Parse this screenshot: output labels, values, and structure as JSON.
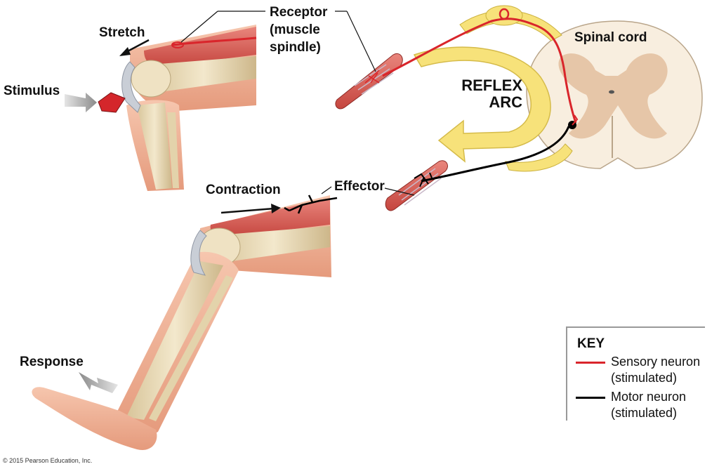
{
  "labels": {
    "stretch": "Stretch",
    "stimulus": "Stimulus",
    "receptor": "Receptor",
    "receptor_sub1": "(muscle",
    "receptor_sub2": "spindle)",
    "spinal_cord": "Spinal cord",
    "reflex": "REFLEX",
    "arc": "ARC",
    "contraction": "Contraction",
    "effector": "Effector",
    "response": "Response"
  },
  "key": {
    "title": "KEY",
    "items": [
      {
        "line1": "Sensory neuron",
        "line2": "(stimulated)",
        "color": "#d9252b"
      },
      {
        "line1": "Motor neuron",
        "line2": "(stimulated)",
        "color": "#000000"
      }
    ]
  },
  "colors": {
    "sensory": "#d9252b",
    "motor": "#000000",
    "arc_arrow": "#f7e27a",
    "muscle": "#d9605a",
    "skin": "#f2b49a",
    "bone": "#e8d9b5",
    "gray_matter": "#e6c6a8",
    "white_matter": "#f8eedf"
  },
  "copyright": "© 2015 Pearson Education, Inc."
}
